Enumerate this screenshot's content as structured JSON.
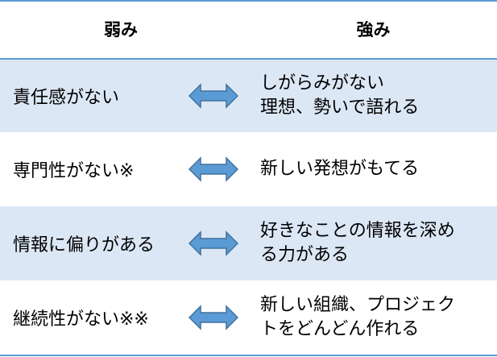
{
  "header": {
    "weak_label": "弱み",
    "strong_label": "強み"
  },
  "rows": [
    {
      "weak": "責任感がない",
      "strong_lines": [
        "しがらみがない",
        "理想、勢いで語れる"
      ]
    },
    {
      "weak": "専門性がない※",
      "strong_lines": [
        "新しい発想がもてる",
        ""
      ]
    },
    {
      "weak": "情報に偏りがある",
      "strong_lines": [
        "好きなことの情報を深め",
        "る力がある"
      ]
    },
    {
      "weak": "継続性がない※※",
      "strong_lines": [
        "新しい組織、プロジェク",
        "トをどんどん作れる"
      ]
    }
  ],
  "colors": {
    "border": "#5b9bd5",
    "row_shade": "#dbe7f5",
    "arrow_fill": "#5b9bd5",
    "arrow_stroke": "#41719c"
  },
  "icons": {
    "arrow": "double-headed-arrow-icon"
  }
}
